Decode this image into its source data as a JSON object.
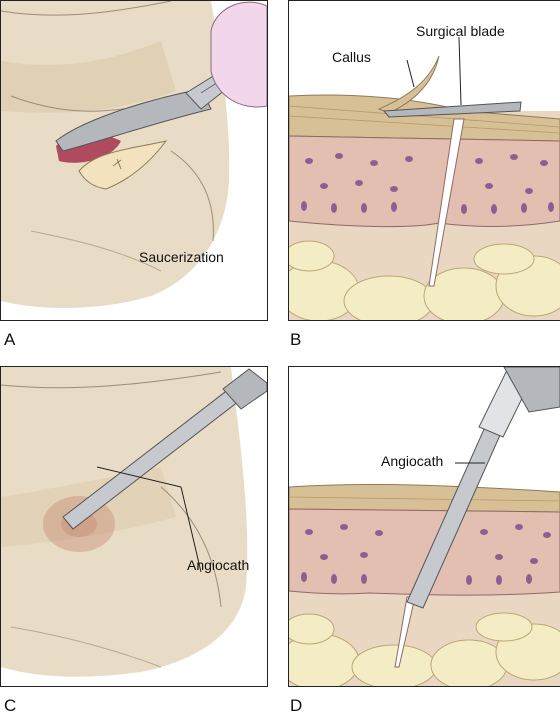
{
  "panels": {
    "a": {
      "letter": "A",
      "annotation": "Saucerization"
    },
    "b": {
      "letter": "B",
      "callus": "Callus",
      "blade": "Surgical blade"
    },
    "c": {
      "letter": "C",
      "instrument": "Angiocath"
    },
    "d": {
      "letter": "D",
      "instrument": "Angiocath"
    }
  },
  "colors": {
    "skin_base": "#e8dcc5",
    "skin_shadow": "#d7c7a8",
    "glove": "#f2d6ea",
    "blade_metal": "#b4b7bc",
    "stratum_corneum": "#d8c096",
    "epidermis": "#e2bfb1",
    "nucleus": "#8e5e93",
    "dermis": "#ead7c2",
    "fat": "#f4ecc4",
    "wound_red": "#b04a5e"
  }
}
